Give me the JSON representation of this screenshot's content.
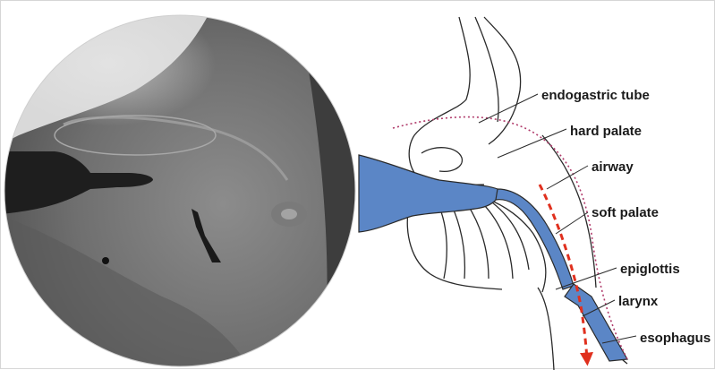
{
  "figure": {
    "labels": {
      "endogastric_tube": "endogastric tube",
      "hard_palate": "hard palate",
      "airway": "airway",
      "soft_palate": "soft palate",
      "epiglottis": "epiglottis",
      "larynx": "larynx",
      "esophagus": "esophagus"
    },
    "colors": {
      "barium_fill": "#5b86c6",
      "tube_line": "#b03a6a",
      "flow_arrow": "#e0301e",
      "outline": "#2a2a2a"
    }
  }
}
